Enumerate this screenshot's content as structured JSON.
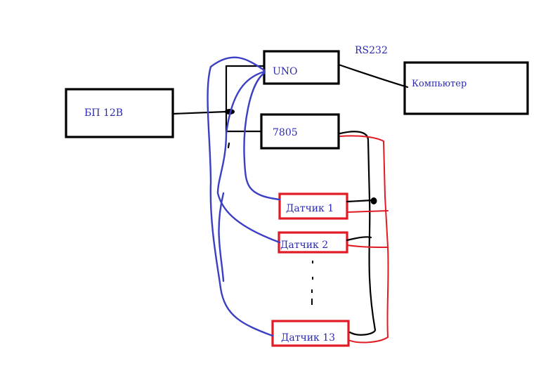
{
  "labels": {
    "psu": "БП 12В",
    "uno": "UNO",
    "rs232": "RS232",
    "computer": "Компьютер",
    "regulator": "7805",
    "sensor1": "Датчик 1",
    "sensor2": "Датчик 2",
    "sensor13": "Датчик 13"
  },
  "colors": {
    "box": "#000000",
    "sensor_box": "#e01b24",
    "signal_wire": "#3a3fc4",
    "ground_wire": "#000000",
    "power_wire": "#e01b24",
    "text": "#2a2ab0"
  }
}
